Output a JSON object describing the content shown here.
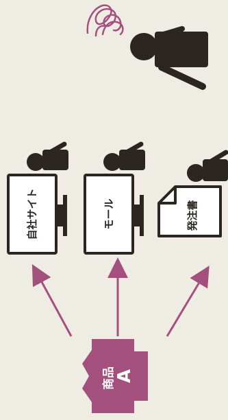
{
  "channels": [
    {
      "id": "own-site",
      "label": "自社サイト"
    },
    {
      "id": "mall",
      "label": "モール"
    },
    {
      "id": "order-form",
      "label": "発注書"
    }
  ],
  "product": {
    "line1": "商品",
    "line2": "A"
  },
  "colors": {
    "background": "#efede3",
    "ink": "#2b2621",
    "accent": "#a3507f",
    "paper": "#ffffff"
  }
}
